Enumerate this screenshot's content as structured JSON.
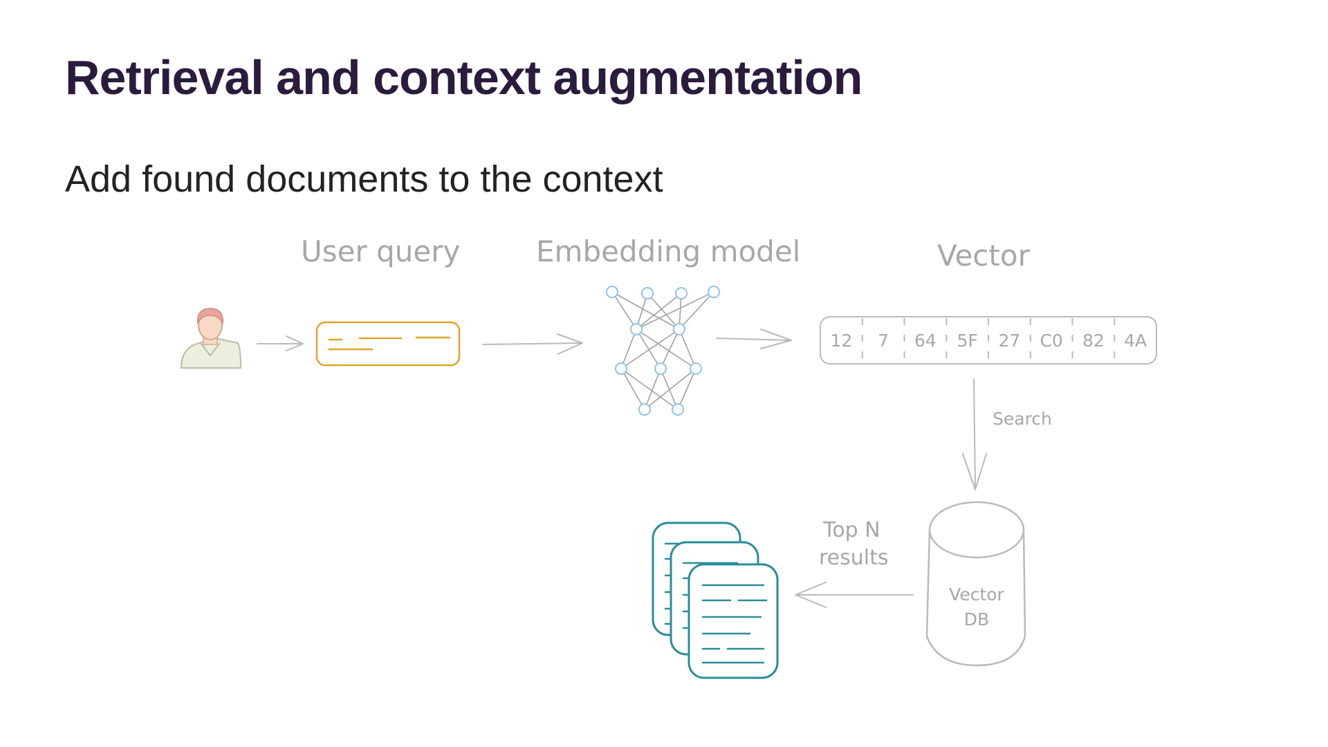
{
  "slide": {
    "title": "Retrieval and context augmentation",
    "subtitle": "Add found documents to the context"
  },
  "diagram": {
    "labels": {
      "user_query": "User query",
      "embedding_model": "Embedding model",
      "vector": "Vector",
      "search": "Search",
      "top_n_line1": "Top N",
      "top_n_line2": "results",
      "vector_db_line1": "Vector",
      "vector_db_line2": "DB"
    },
    "vector_cells": [
      "12",
      "7",
      "64",
      "5F",
      "27",
      "C0",
      "82",
      "4A"
    ],
    "colors": {
      "query_box": "#e0a42a",
      "documents": "#2a8c98",
      "network_nodes": "#8cc4e6",
      "sketch_lines": "#b9b9b9",
      "title_text": "#2b1b3d"
    },
    "icons": {
      "user": "user-avatar-icon",
      "query": "query-text-box-icon",
      "model": "neural-network-icon",
      "database": "database-cylinder-icon",
      "documents": "document-stack-icon"
    }
  }
}
